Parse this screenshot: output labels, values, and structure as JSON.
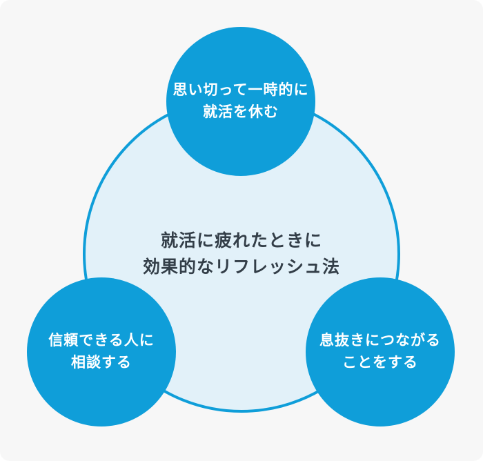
{
  "page": {
    "background": "#ffffff",
    "card_background": "#f7f7f7"
  },
  "colors": {
    "accent_blue": "#0f9ed9",
    "light_circle_fill": "#e2f1f9",
    "light_circle_border": "#0f9ed9",
    "center_text": "#333e48",
    "node_text": "#ffffff"
  },
  "diagram": {
    "center": {
      "lines": [
        "就活に疲れたときに",
        "効果的なリフレッシュ法"
      ]
    },
    "nodes": [
      {
        "position": "top",
        "lines": [
          "思い切って一時的に",
          "就活を休む"
        ]
      },
      {
        "position": "bottom-left",
        "lines": [
          "信頼できる人に",
          "相談する"
        ]
      },
      {
        "position": "bottom-right",
        "lines": [
          "息抜きにつながる",
          "ことをする"
        ]
      }
    ]
  }
}
